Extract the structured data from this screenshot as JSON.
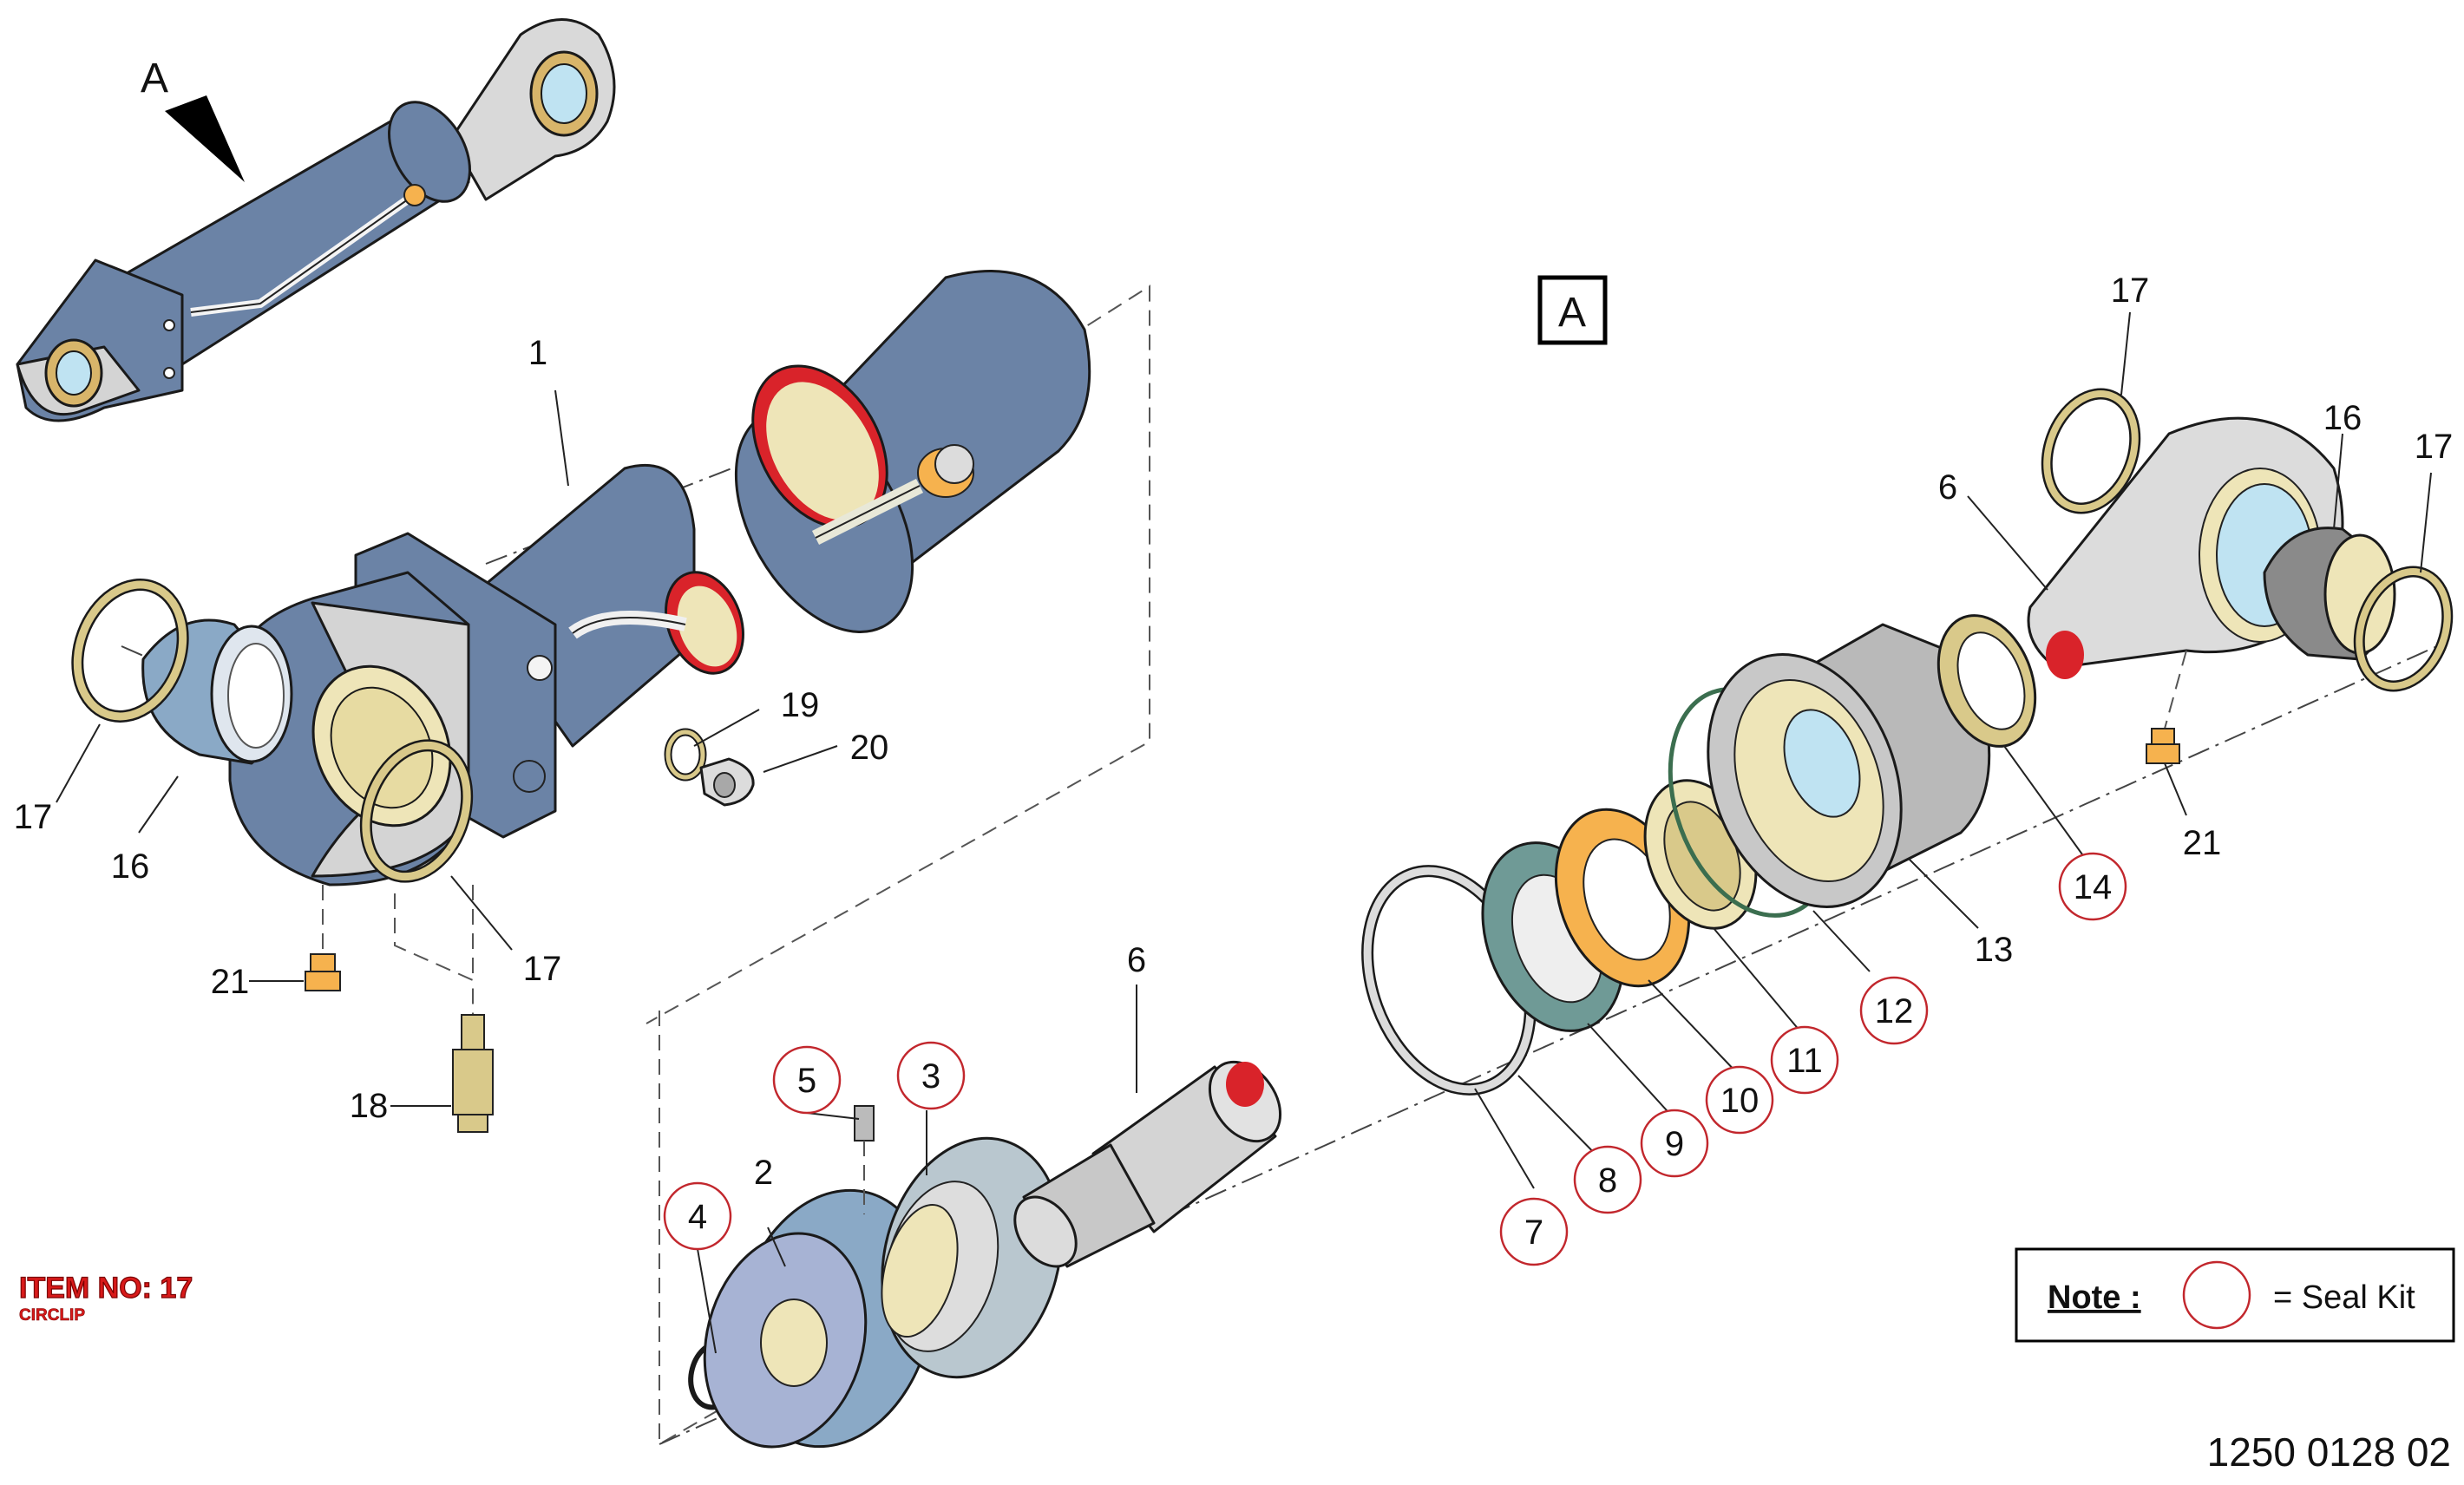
{
  "view_marker": "A",
  "detail_box_label": "A",
  "callouts": [
    {
      "id": "c1",
      "text": "1",
      "seal": false
    },
    {
      "id": "c2",
      "text": "2",
      "seal": false
    },
    {
      "id": "c3",
      "text": "3",
      "seal": true
    },
    {
      "id": "c4",
      "text": "4",
      "seal": true
    },
    {
      "id": "c5",
      "text": "5",
      "seal": true
    },
    {
      "id": "c6a",
      "text": "6",
      "seal": false
    },
    {
      "id": "c6b",
      "text": "6",
      "seal": false
    },
    {
      "id": "c7",
      "text": "7",
      "seal": true
    },
    {
      "id": "c8",
      "text": "8",
      "seal": true
    },
    {
      "id": "c9",
      "text": "9",
      "seal": true
    },
    {
      "id": "c10",
      "text": "10",
      "seal": true
    },
    {
      "id": "c11",
      "text": "11",
      "seal": true
    },
    {
      "id": "c12",
      "text": "12",
      "seal": true
    },
    {
      "id": "c13",
      "text": "13",
      "seal": false
    },
    {
      "id": "c14",
      "text": "14",
      "seal": true
    },
    {
      "id": "c16a",
      "text": "16",
      "seal": false
    },
    {
      "id": "c16b",
      "text": "16",
      "seal": false
    },
    {
      "id": "c17a",
      "text": "17",
      "seal": false
    },
    {
      "id": "c17b",
      "text": "17",
      "seal": false
    },
    {
      "id": "c17c",
      "text": "17",
      "seal": false
    },
    {
      "id": "c17d",
      "text": "17",
      "seal": false
    },
    {
      "id": "c18",
      "text": "18",
      "seal": false
    },
    {
      "id": "c19",
      "text": "19",
      "seal": false
    },
    {
      "id": "c20",
      "text": "20",
      "seal": false
    },
    {
      "id": "c21a",
      "text": "21",
      "seal": false
    },
    {
      "id": "c21b",
      "text": "21",
      "seal": false
    }
  ],
  "item_highlight": {
    "title": "ITEM NO: 17",
    "subtitle": "CIRCLIP"
  },
  "note": {
    "label": "Note :",
    "legend": "= Seal Kit"
  },
  "drawing_number": "1250 0128 02",
  "colors": {
    "cylinder_blue": "#6b83a6",
    "seal_red": "#d9232a",
    "bushing_cream": "#eee5b8",
    "circlip_gold": "#d9c98a",
    "steel_grey": "#cfcfcf",
    "seal_orange": "#f6b24e",
    "seal_teal": "#6f9a96",
    "bearing_blue": "#8aa9c6"
  }
}
